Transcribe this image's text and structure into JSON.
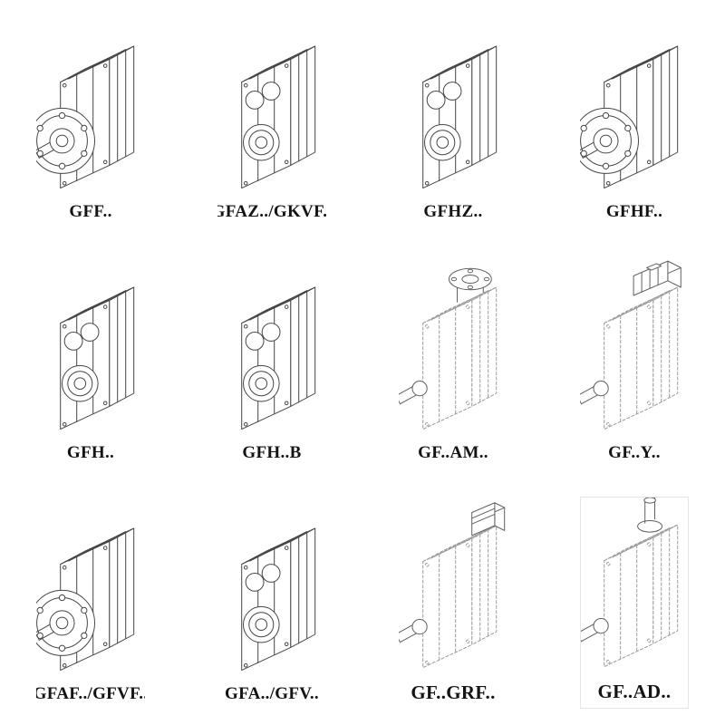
{
  "page": {
    "background": "#ffffff",
    "line_color": "#454545",
    "dashed_line_color": "#9a9a9a",
    "description": "Catalog sheet of helical gear reducer mounting variants, 4 x 3 grid of technical line drawings with model codes"
  },
  "catalog": {
    "items": [
      {
        "label": "GFF..",
        "variant": "solid-flange-output"
      },
      {
        "label": "GFAZ../GKVF..",
        "variant": "solid-hollow-shaft-bores"
      },
      {
        "label": "GFHZ..",
        "variant": "solid-hollow-shaft-bores"
      },
      {
        "label": "GFHF..",
        "variant": "solid-flange-output"
      },
      {
        "label": "GFH..",
        "variant": "solid-hollow-shaft-bores"
      },
      {
        "label": "GFH..B",
        "variant": "solid-hollow-shaft-bores-foot"
      },
      {
        "label": "GF..AM..",
        "variant": "dashed-top-input-flange"
      },
      {
        "label": "GF..Y..",
        "variant": "dashed-top-motor"
      },
      {
        "label": "GFAF../GFVF..",
        "variant": "solid-flange-output"
      },
      {
        "label": "GFA../GFV..",
        "variant": "solid-hollow-shaft-bores"
      },
      {
        "label": "GF..GRF..",
        "variant": "dashed-top-cover-box"
      },
      {
        "label": "GF..AD..",
        "variant": "dashed-top-input-shaft"
      }
    ]
  }
}
